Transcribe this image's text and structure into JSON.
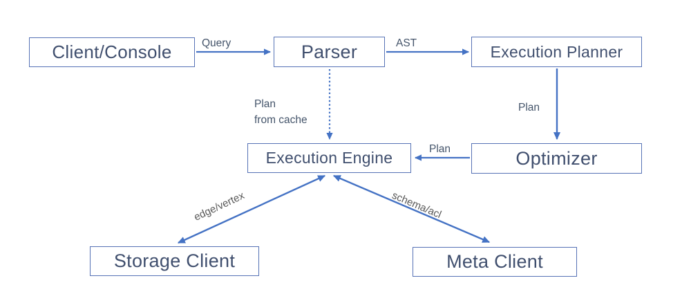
{
  "diagram": {
    "nodes": [
      {
        "id": "client-console",
        "label": "Client/Console"
      },
      {
        "id": "parser",
        "label": "Parser"
      },
      {
        "id": "execution-planner",
        "label": "Execution Planner"
      },
      {
        "id": "execution-engine",
        "label": "Execution Engine"
      },
      {
        "id": "optimizer",
        "label": "Optimizer"
      },
      {
        "id": "storage-client",
        "label": "Storage Client"
      },
      {
        "id": "meta-client",
        "label": "Meta Client"
      }
    ],
    "edges": [
      {
        "from": "client-console",
        "to": "parser",
        "label": "Query",
        "style": "solid",
        "bidirectional": false
      },
      {
        "from": "parser",
        "to": "execution-planner",
        "label": "AST",
        "style": "solid",
        "bidirectional": false
      },
      {
        "from": "parser",
        "to": "execution-engine",
        "label": "Plan\nfrom cache",
        "style": "dotted",
        "bidirectional": false
      },
      {
        "from": "execution-planner",
        "to": "optimizer",
        "label": "Plan",
        "style": "solid",
        "bidirectional": false
      },
      {
        "from": "optimizer",
        "to": "execution-engine",
        "label": "Plan",
        "style": "solid",
        "bidirectional": false
      },
      {
        "from": "execution-engine",
        "to": "storage-client",
        "label": "edge/vertex",
        "style": "solid",
        "bidirectional": true
      },
      {
        "from": "execution-engine",
        "to": "meta-client",
        "label": "schema/acl",
        "style": "solid",
        "bidirectional": true
      }
    ],
    "colors": {
      "arrow": "#4472C4",
      "box_border": "#5571B5",
      "box_text": "#404F6E",
      "edge_label_text": "#44546A",
      "diagonal_label_text": "#595959",
      "background": "#FFFFFF"
    }
  }
}
